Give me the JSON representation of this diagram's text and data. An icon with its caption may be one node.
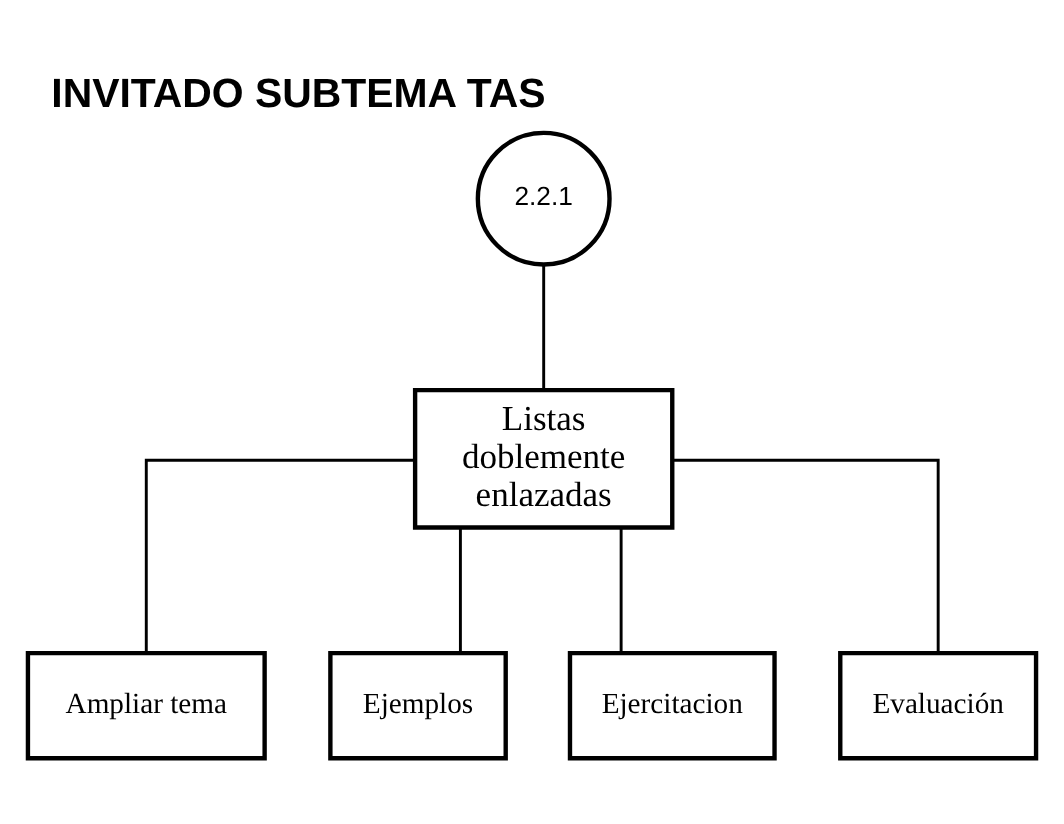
{
  "diagram": {
    "title": "INVITADO SUBTEMA TAS",
    "nodes": [
      {
        "text": [
          "2.2.1"
        ]
      },
      {
        "text": [
          "Listas doblemente enlazadas"
        ]
      },
      {
        "text": [
          "Ampliar tema"
        ]
      },
      {
        "text": [
          "Ejemplos"
        ]
      },
      {
        "text": [
          "Ejercitacion"
        ]
      },
      {
        "text": [
          "Evaluación"
        ]
      }
    ],
    "edges": [
      {
        "from": 0,
        "to": 1,
        "arrow": "none"
      },
      {
        "from": 1,
        "to": 2,
        "arrow": "none"
      },
      {
        "from": 1,
        "to": 3,
        "arrow": "none"
      },
      {
        "from": 1,
        "to": 4,
        "arrow": "none"
      },
      {
        "from": 1,
        "to": 5,
        "arrow": "none"
      }
    ]
  }
}
